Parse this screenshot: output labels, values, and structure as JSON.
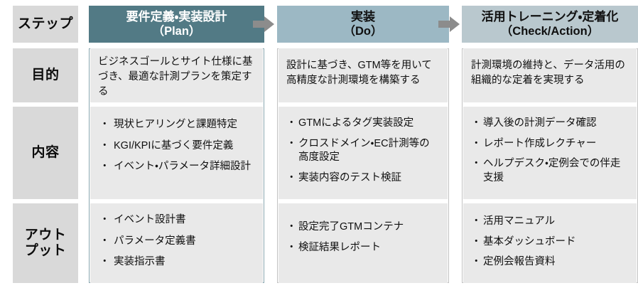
{
  "colors": {
    "step1_bg": "#527a85",
    "step2_bg": "#9cb8c4",
    "step3_bg": "#b9c8ce",
    "label_bg": "#d9d9d9",
    "cell_bg": "#e9e9e9",
    "arrow": "#8c8c8c",
    "col1_border": "#8aa7b0",
    "text": "#101010"
  },
  "row_labels": {
    "step": "ステップ",
    "purpose": "目的",
    "content": "内容",
    "output": "アウト\nプット",
    "output_line1": "アウト",
    "output_line2": "プット"
  },
  "steps": [
    {
      "title": "要件定義・実装設計",
      "phase": "（Plan）"
    },
    {
      "title": "実装",
      "phase": "（Do）"
    },
    {
      "title": "活用トレーニング・定着化",
      "phase": "（Check/Action）"
    }
  ],
  "arrows": [
    {
      "name": "arrow-plan-to-do"
    },
    {
      "name": "arrow-do-to-check"
    }
  ],
  "purpose": [
    "ビジネスゴールとサイト仕様に基づき、最適な計測プランを策定する",
    "設計に基づき、GTM等を用いて高精度な計測環境を構築する",
    "計測環境の維持と、データ活用の組織的な定着を実現する"
  ],
  "content": [
    [
      "現状ヒアリングと課題特定",
      "KGI/KPIに基づく要件定義",
      "イベント・パラメータ詳細設計"
    ],
    [
      "GTMによるタグ実装設定",
      "クロスドメイン・EC計測等の高度設定",
      "実装内容のテスト検証"
    ],
    [
      "導入後の計測データ確認",
      "レポート作成レクチャー",
      "ヘルプデスク・定例会での伴走支援"
    ]
  ],
  "output": [
    [
      "イベント設計書",
      "パラメータ定義書",
      "実装指示書"
    ],
    [
      "設定完了GTMコンテナ",
      "検証結果レポート"
    ],
    [
      "活用マニュアル",
      "基本ダッシュボード",
      "定例会報告資料"
    ]
  ]
}
